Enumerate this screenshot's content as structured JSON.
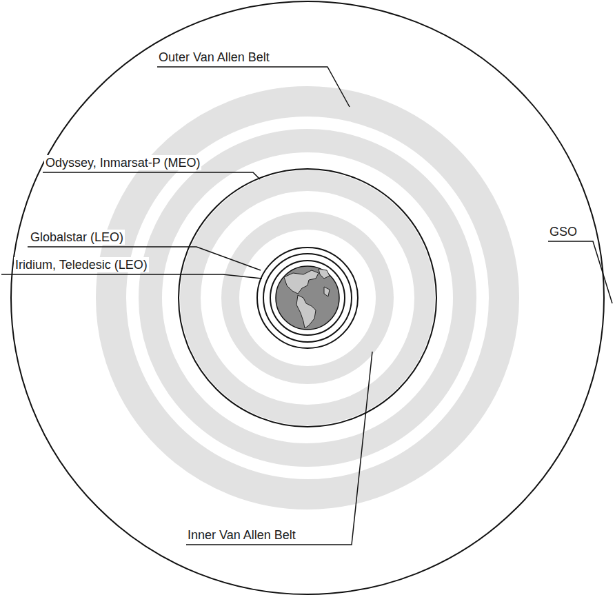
{
  "diagram": {
    "labels": [
      "Outer Van Allen Belt",
      "Odyssey, Inmarsat-P (MEO)",
      "Globalstar (LEO)",
      "Iridium, Teledesic (LEO)",
      "GSO",
      "Inner Van Allen Belt"
    ]
  }
}
